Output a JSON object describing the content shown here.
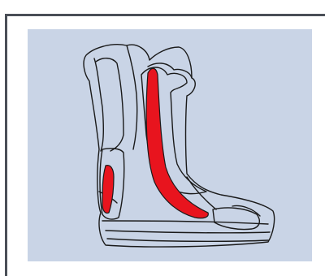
{
  "colors": {
    "frame_border": "#4a4f57",
    "panel_background": "#c9d4e6",
    "outline": "#1a1a1a",
    "boot_fill": "#c9d4e6",
    "highlight": "#e8141e"
  },
  "figure": {
    "subject": "boot-side-view",
    "highlighted_regions": [
      "shin-pad",
      "heel-pad"
    ]
  }
}
